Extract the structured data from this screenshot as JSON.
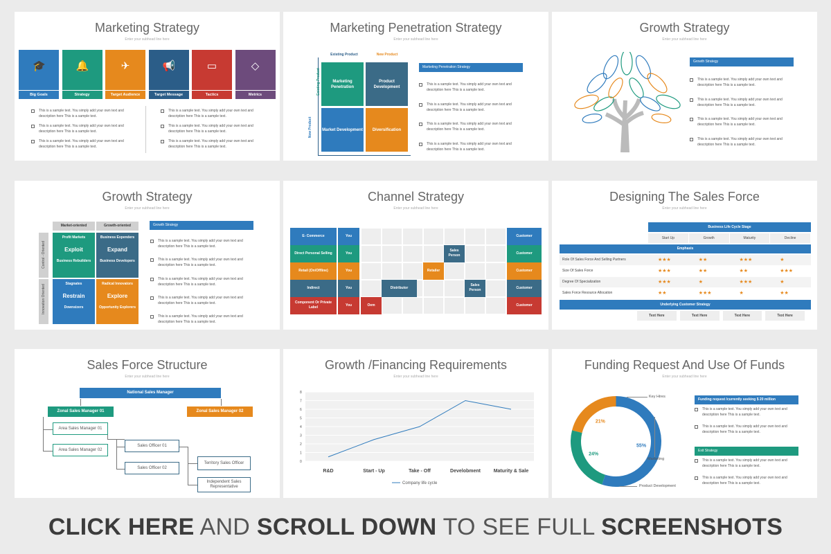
{
  "subhead": "Enter your subhead line here",
  "sample_text": "This is a sample text. You simply add your own text and description here This is a sample text.",
  "slide1": {
    "title": "Marketing Strategy",
    "tiles": [
      {
        "label": "Big Goals",
        "icon": "graduation-cap-icon",
        "color": "#2f7bbd",
        "glyph": "🎓"
      },
      {
        "label": "Strategy",
        "icon": "bell-icon",
        "color": "#1e9a7f",
        "glyph": "🔔"
      },
      {
        "label": "Target Audience",
        "icon": "paper-plane-icon",
        "color": "#e6891d",
        "glyph": "✈"
      },
      {
        "label": "Target Message",
        "icon": "megaphone-icon",
        "color": "#2b5d88",
        "glyph": "📢"
      },
      {
        "label": "Tactics",
        "icon": "video-camera-icon",
        "color": "#c73a32",
        "glyph": "▭"
      },
      {
        "label": "Metrics",
        "icon": "diamond-icon",
        "color": "#6d4b7c",
        "glyph": "◇"
      }
    ]
  },
  "slide2": {
    "title": "Marketing Penetration Strategy",
    "col_existing": "Existing Product",
    "col_new": "New Product",
    "row_existing": "Existing Product",
    "row_new": "New Product",
    "q1": "Marketing Penetration",
    "q2": "Product Development",
    "q3": "Market Development",
    "q4": "Diversification",
    "panel_title": "Marketing Penetration Strategy"
  },
  "slide3": {
    "title": "Growth Strategy",
    "panel_title": "Growth Strategy"
  },
  "slide4": {
    "title": "Growth Strategy",
    "col1": "Market-oriented",
    "col2": "Growth-oriented",
    "row1": "Control - Oriented",
    "row2": "Innovation Oriented",
    "q1_head": "Profit Markets",
    "q1_main": "Exploit",
    "q1_sub": "Business Rebuilders",
    "q2_head": "Business Expenders",
    "q2_main": "Expand",
    "q2_sub": "Business Developers",
    "q3_head": "Stagnates",
    "q3_main": "Restrain",
    "q3_sub": "Downsizers",
    "q4_head": "Radical Innovators",
    "q4_main": "Explore",
    "q4_sub": "Opportunity Explorers",
    "panel_title": "Growth Strategy"
  },
  "slide5": {
    "title": "Channel Strategy",
    "rows": [
      {
        "label": "E- Commerce",
        "you": "You",
        "customer": "Customer"
      },
      {
        "label": "Direct Personal Selling",
        "you": "You",
        "customer": "Customer",
        "mid": "Sales Person"
      },
      {
        "label": "Retail (On/Offline)",
        "you": "You",
        "customer": "Customer",
        "mid": "Retailer"
      },
      {
        "label": "Indirect",
        "you": "You",
        "customer": "Customer",
        "mid": "Distributor",
        "mid2": "Sales Person"
      },
      {
        "label": "Component Or Private Label",
        "you": "You",
        "customer": "Customer",
        "mid": "Oem"
      }
    ]
  },
  "slide6": {
    "title": "Designing The Sales Force",
    "stage_header": "Business Life Cycle Stage",
    "stages": [
      "Start Up",
      "Growth",
      "Maturity",
      "Decline"
    ],
    "emphasis": "Emphasis",
    "rows": [
      {
        "label": "Role Of Sales Force And Selling Partners",
        "stars": [
          "★★★",
          "★★",
          "★★★",
          "★"
        ]
      },
      {
        "label": "Size Of Sales Force",
        "stars": [
          "★★★",
          "★★",
          "★★",
          "★★★"
        ]
      },
      {
        "label": "Degree Of Specialization",
        "stars": [
          "★★★",
          "★",
          "★★★",
          "★"
        ]
      },
      {
        "label": "Sales Force Resource Allocation",
        "stars": [
          "★★",
          "★★★",
          "★",
          "★★"
        ]
      }
    ],
    "footer_header": "Underlying Customer Strategy",
    "footer_cells": [
      "Text Here",
      "Text Here",
      "Text Here",
      "Text Here"
    ]
  },
  "slide7": {
    "title": "Sales Force Structure",
    "national": "National Sales Manager",
    "zonal1": "Zonal Sales Manager 01",
    "zonal2": "Zonal Sales Manager 02",
    "area1": "Area Sales Manager 01",
    "area2": "Area Sales Manager 02",
    "officer1": "Sales Officer 01",
    "officer2": "Sales Officer 02",
    "territory": "Territory Sales Officer",
    "independent": "Independent Sales Representative"
  },
  "slide8": {
    "title": "Growth /Financing Requirements",
    "chart_data": {
      "type": "line",
      "categories": [
        "R&D",
        "Start - Up",
        "Take - Off",
        "Develobment",
        "Maturity & Sale"
      ],
      "series": [
        {
          "name": "Company life cycle",
          "values": [
            0.5,
            2.5,
            4,
            7,
            6
          ]
        }
      ],
      "ylim": [
        0,
        8
      ],
      "yticks": [
        "0",
        "1",
        "2",
        "3",
        "4",
        "5",
        "6",
        "7",
        "8"
      ],
      "grid": true,
      "legend": "bottom",
      "color": "#2f7bbd"
    }
  },
  "slide9": {
    "title": "Funding Request And Use Of Funds",
    "chart_data": {
      "type": "pie",
      "slices": [
        {
          "label": "55%",
          "value": 55,
          "color": "#2f7bbd"
        },
        {
          "label": "24%",
          "value": 24,
          "color": "#1e9a7f"
        },
        {
          "label": "21%",
          "value": 21,
          "color": "#e6891d"
        }
      ]
    },
    "callout_key_hires": "Key Hires",
    "callout_marketing": "Marketing",
    "callout_product": "Product Development",
    "funding_title": "Funding request /currently seeking $ 20 million",
    "exit_title": "Exit Strategy"
  },
  "footer": {
    "part1": "CLICK HERE",
    "part2": " AND ",
    "part3": "SCROLL DOWN",
    "part4": " TO SEE FULL ",
    "part5": "SCREENSHOTS"
  }
}
